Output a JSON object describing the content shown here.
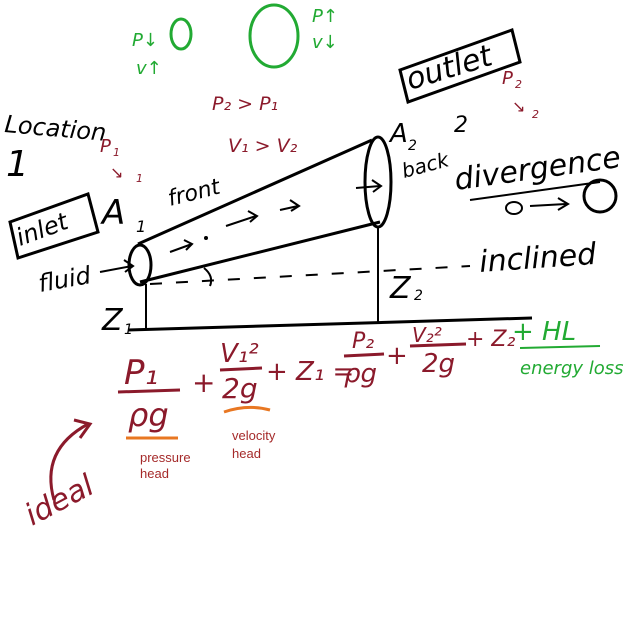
{
  "colors": {
    "black": "#000000",
    "green": "#22aa33",
    "maroon": "#8b1a2b",
    "orange": "#e87722",
    "note_text": "#a52a2a"
  },
  "labels": {
    "location": "Location",
    "location_num": "1",
    "inlet": "inlet",
    "outlet": "outlet",
    "fluid": "fluid",
    "a1": "A",
    "a1_sub": "1",
    "a2": "A",
    "a2_sub": "2",
    "a2_num": "2",
    "front": "front",
    "back": "back",
    "divergence": "divergence",
    "divergence_zero": "0",
    "z1": "Z",
    "z1_sub": "1",
    "z2": "Z",
    "z2_sub": "2",
    "inclined": "inclined",
    "ideal": "ideal"
  },
  "green_notes": {
    "p_down": "P↓",
    "v_up": "v↑",
    "p_up": "P↑",
    "v_down": "v↓",
    "hl": "+ HL",
    "energy_loss": "energy loss"
  },
  "red_notes": {
    "p1": "P",
    "p1_sub": "1",
    "v1_arrow": "↘",
    "v1_sub": "1",
    "p2_gt_p1": "P₂ > P₁",
    "v1_gt_v2": "V₁ > V₂",
    "p2": "P",
    "p2_sub": "2",
    "v2_arrow": "↘",
    "v2_sub": "2"
  },
  "equation": {
    "p1": "P₁",
    "rho_g": "ρg",
    "plus": "+",
    "v1_sq": "V₁²",
    "two_g": "2g",
    "plus_z1": "+ Z₁ =",
    "p2": "P₂",
    "rho_g2": "ρg",
    "plus2": "+",
    "v2_sq": "V₂²",
    "two_g2": "2g",
    "plus_z2": "+ Z₂"
  },
  "annotations": {
    "pressure_head_line1": "pressure",
    "pressure_head_line2": "head",
    "velocity_head_line1": "velocity",
    "velocity_head_line2": "head"
  }
}
